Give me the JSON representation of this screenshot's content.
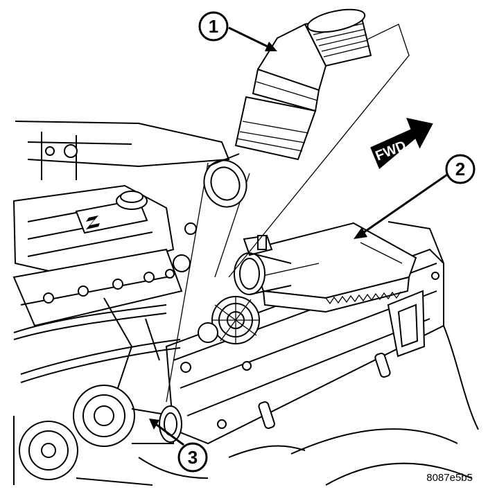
{
  "callouts": [
    {
      "id": "1",
      "label": "1"
    },
    {
      "id": "2",
      "label": "2"
    },
    {
      "id": "3",
      "label": "3"
    }
  ],
  "direction_indicator": {
    "label": "FWD"
  },
  "reference_code": "8087e5b5"
}
